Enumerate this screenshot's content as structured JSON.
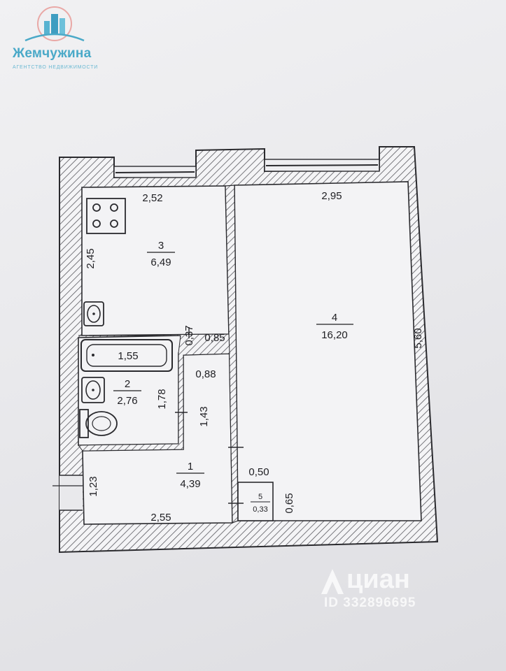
{
  "brand": {
    "name": "Жемчужина",
    "subtitle": "агентство недвижимости",
    "logo_icon": "building-icon",
    "color": "#4aa9c8"
  },
  "watermark": {
    "name": "циан",
    "id": "ID 332896695"
  },
  "rooms": [
    {
      "number": "1",
      "area": "4,39"
    },
    {
      "number": "2",
      "area": "2,76"
    },
    {
      "number": "3",
      "area": "6,49"
    },
    {
      "number": "4",
      "area": "16,20"
    },
    {
      "number": "5",
      "area": "0,33"
    }
  ],
  "dimensions": {
    "kitchen_width": "2,52",
    "kitchen_depth": "2,45",
    "room_width": "2,95",
    "room_depth": "5,60",
    "bath_length": "1,55",
    "bath_gap": "0,37",
    "hall_top_width": "0,85",
    "corridor_width": "0,88",
    "bathroom_depth": "1,78",
    "corridor_depth": "1,43",
    "entry_depth": "1,23",
    "entry_width": "2,55",
    "closet_width": "0,50",
    "closet_depth": "0,65"
  },
  "colors": {
    "line": "#2a2a2e",
    "hatch": "#5a5a60"
  }
}
